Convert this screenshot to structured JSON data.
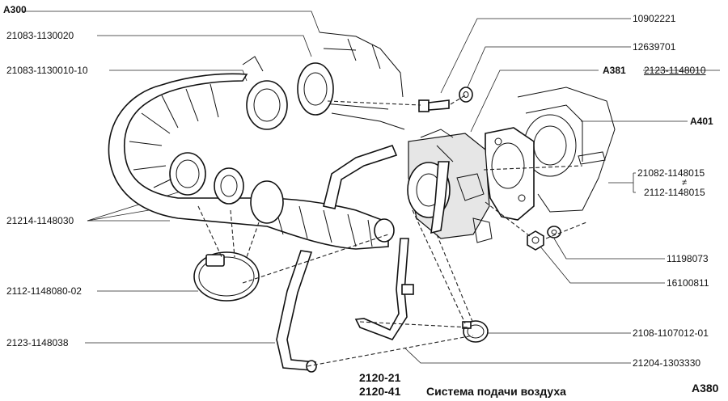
{
  "labels": {
    "a300": "A300",
    "p21083_1130020": "21083-1130020",
    "p21083_1130010_10": "21083-1130010-10",
    "p21214_1148030": "21214-1148030",
    "p2112_1148080_02": "2112-1148080-02",
    "p2123_1148038": "2123-1148038",
    "p10902221": "10902221",
    "p12639701": "12639701",
    "a381": "A381",
    "p2123_1148010": "2123-1148010",
    "a401": "A401",
    "p21082_1148015": "21082-1148015",
    "neq": "≠",
    "p2112_1148015": "2112-1148015",
    "p11198073": "11198073",
    "p16100811": "16100811",
    "p2108_1107012_01": "2108-1107012-01",
    "p21204_1303330": "21204-1303330",
    "model1": "2120-21",
    "model2": "2120-41",
    "title": "Система подачи воздуха",
    "a380": "A380"
  }
}
